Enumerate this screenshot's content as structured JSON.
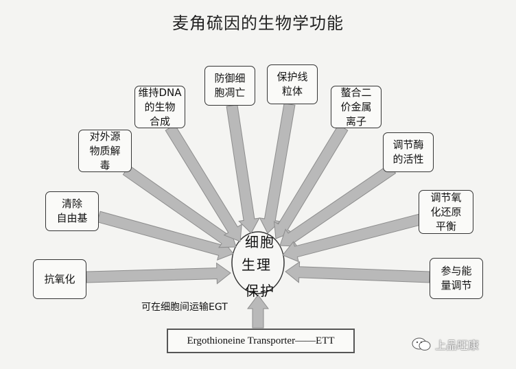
{
  "title": "麦角硫因的生物学功能",
  "center": {
    "top": "细胞",
    "middle": "生理",
    "bottom": "保护"
  },
  "functions": [
    {
      "id": "antioxidant",
      "label": "抗氧化"
    },
    {
      "id": "clear-free-radicals",
      "label": "清除\n自由基"
    },
    {
      "id": "detox",
      "label": "对外源\n物质解\n毒"
    },
    {
      "id": "dna-synthesis",
      "label": "维持DNA\n的生物\n合成"
    },
    {
      "id": "prevent-apoptosis",
      "label": "防御细\n胞凋亡"
    },
    {
      "id": "protect-mitochondria",
      "label": "保护线\n粒体"
    },
    {
      "id": "chelate-metal",
      "label": "螯合二\n价金属\n离子"
    },
    {
      "id": "enzyme-activity",
      "label": "调节酶\n的活性"
    },
    {
      "id": "redox-balance",
      "label": "调节氧\n化还原\n平衡"
    },
    {
      "id": "energy-regulation",
      "label": "参与能\n量调节"
    }
  ],
  "transport_label": "可在细胞间运输EGT",
  "transporter": "Ergothioneine Transporter——ETT",
  "watermark": "上品旺康",
  "colors": {
    "arrow_fill": "#b9b9b9",
    "arrow_stroke": "#8c8c8c",
    "border": "#333333"
  }
}
